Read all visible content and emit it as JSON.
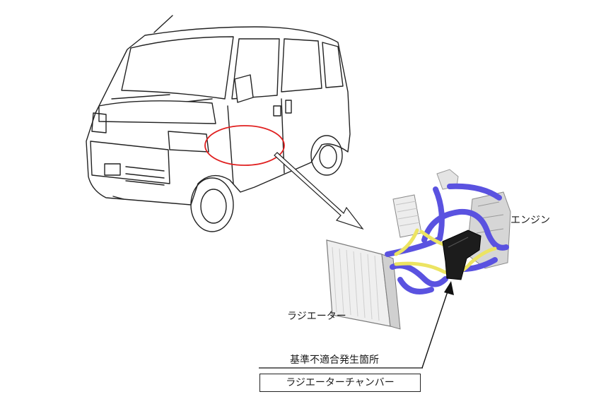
{
  "labels": {
    "engine": "エンジン",
    "radiator": "ラジエーター",
    "location": "基準不適合発生箇所",
    "part": "ラジエーターチャンバー"
  },
  "colors": {
    "outline": "#222222",
    "highlight_circle": "#e02020",
    "hose_blue": "#5a52e0",
    "hose_yellow": "#ece462",
    "chamber": "#1c1c1c",
    "component_gray": "#bdbdbd"
  },
  "icons": {
    "van": "van-illustration",
    "cooling_system": "cooling-system-illustration"
  }
}
